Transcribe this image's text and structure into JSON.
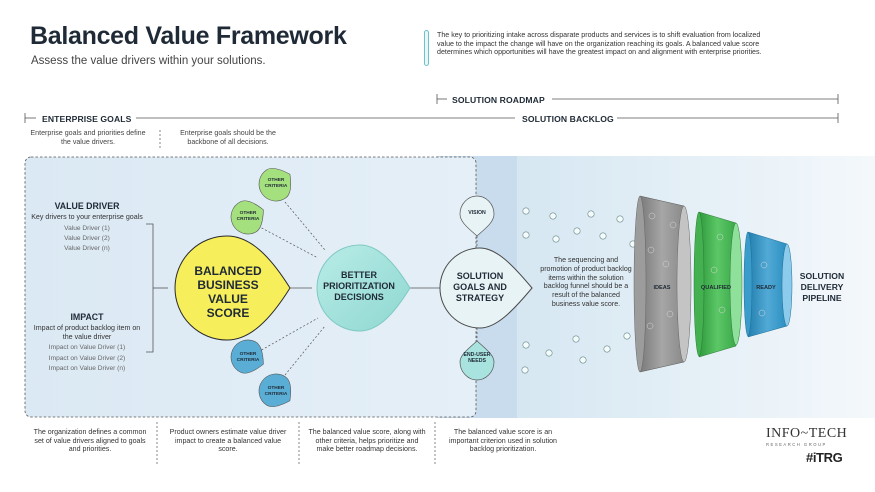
{
  "header": {
    "title": "Balanced Value Framework",
    "subtitle": "Assess the value drivers within your solutions.",
    "intro": "The key to prioritizing intake across disparate products and services is to shift evaluation from localized value to the impact the change will have on the organization reaching its goals. A balanced value score determines which opportunities will have the greatest impact on and alignment with enterprise priorities."
  },
  "sections": {
    "solution_roadmap": "SOLUTION ROADMAP",
    "enterprise_goals": "ENTERPRISE GOALS",
    "solution_backlog": "SOLUTION BACKLOG"
  },
  "notes": {
    "goals_left": "Enterprise goals and priorities define the value drivers.",
    "goals_right": "Enterprise goals should be the backbone of all decisions.",
    "funnel": "The sequencing and promotion of product backlog items within the solution backlog funnel should be a result of the balanced business value score."
  },
  "value_driver": {
    "title": "VALUE DRIVER",
    "text": "Key drivers to your enterprise goals",
    "items": [
      "Value Driver (1)",
      "Value Driver (2)",
      "Value Driver (n)"
    ]
  },
  "impact": {
    "title": "IMPACT",
    "text": "Impact of product backlog item on the value driver",
    "items": [
      "Impact on Value Driver (1)",
      "Impact on Value Driver (2)",
      "Impact on Value Driver (n)"
    ]
  },
  "nodes": {
    "bbvs": "BALANCED BUSINESS VALUE SCORE",
    "bpd": "BETTER PRIORITIZATION DECISIONS",
    "sgs": "SOLUTION GOALS AND STRATEGY",
    "other_criteria": "OTHER CRITERIA",
    "vision": "VISION",
    "end_user_needs": "END-USER NEEDS"
  },
  "funnel": {
    "ideas": "IDEAS",
    "qualified": "QUALIFIED",
    "ready": "READY",
    "output": "SOLUTION DELIVERY PIPELINE"
  },
  "footer": {
    "f1": "The organization defines a common set of value drivers aligned to goals and priorities.",
    "f2": "Product owners estimate value driver impact to create a balanced value score.",
    "f3": "The balanced value score, along with other criteria, helps prioritize and make better roadmap decisions.",
    "f4": "The balanced value score is an important criterion used in solution backlog prioritization."
  },
  "logo": {
    "name": "INFO~TECH",
    "sub": "RESEARCH GROUP",
    "tag": "#iTRG"
  },
  "colors": {
    "yellow": "#f6ee5a",
    "teal": "#a9e3df",
    "green": "#8ddb6a",
    "blue": "#5aaed6",
    "grey": "#9a9a9a",
    "funnel_green": "#3fb34f",
    "funnel_blue": "#2b8fc0"
  }
}
